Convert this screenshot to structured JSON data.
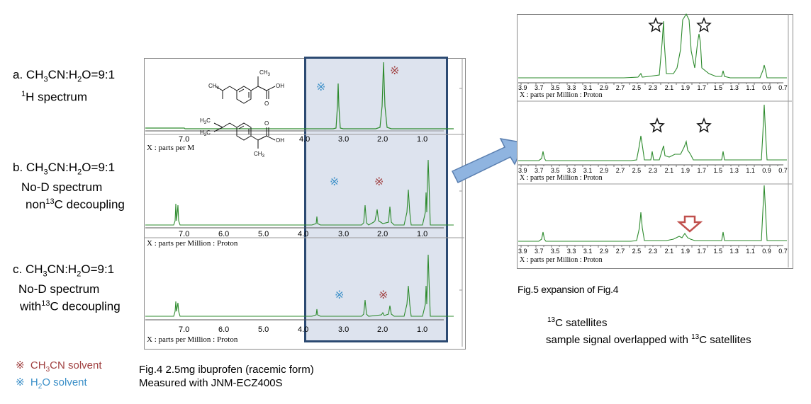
{
  "samples": [
    {
      "letter": "a.",
      "cond_main": "CH",
      "cond_sub1": "3",
      "cond_mid": "CN:H",
      "cond_sub2": "2",
      "cond_end": "O=9:1",
      "l2_sup": "1",
      "l2_text": "H spectrum",
      "l3_pre": "",
      "l3_sup": "",
      "l3_post": ""
    },
    {
      "letter": "b.",
      "cond_main": "CH",
      "cond_sub1": "3",
      "cond_mid": "CN:H",
      "cond_sub2": "2",
      "cond_end": "O=9:1",
      "l2_sup": "",
      "l2_text": "No-D spectrum",
      "l3_pre": "non",
      "l3_sup": "13",
      "l3_post": "C  decoupling"
    },
    {
      "letter": "c.",
      "cond_main": "CH",
      "cond_sub1": "3",
      "cond_mid": "CN:H",
      "cond_sub2": "2",
      "cond_end": "O=9:1",
      "l2_sup": "",
      "l2_text": "No-D spectrum",
      "l3_pre": "with",
      "l3_sup": "13",
      "l3_post": "C decoupling"
    }
  ],
  "fig4": {
    "axis_caption_short": "X : parts per M",
    "axis_caption": "X : parts per Million : Proton",
    "ticks_a": [
      "7.0",
      "4.0",
      "3.0",
      "2.0",
      "1.0"
    ],
    "ticks_bc": [
      "7.0",
      "6.0",
      "5.0",
      "4.0",
      "3.0",
      "2.0",
      "1.0"
    ],
    "caption_line1": "Fig.4  2.5mg ibuprofen (racemic form)",
    "caption_line2": "Measured with JNM-ECZ400S"
  },
  "legend_solvent": {
    "symbol": "※",
    "ch3cn_pre": "CH",
    "ch3cn_sub": "3",
    "ch3cn_post": "CN solvent",
    "h2o_pre": "H",
    "h2o_sub": "2",
    "h2o_post": "O solvent",
    "ch3cn_color": "#a04040",
    "h2o_color": "#3a8fc8"
  },
  "structure": {
    "ch3": "CH",
    "ch3_sub": "3",
    "h3c": "H",
    "h3c_sub": "3",
    "h3c_c": "C",
    "oh": "OH",
    "o": "O"
  },
  "fig5": {
    "axis_caption": "X : parts per Million : Proton",
    "ticks": [
      "3.9",
      "3.7",
      "3.5",
      "3.3",
      "3.1",
      "2.9",
      "2.7",
      "2.5",
      "2.3",
      "2.1",
      "1.9",
      "1.7",
      "1.5",
      "1.3",
      "1.1",
      "0.9",
      "0.7"
    ],
    "caption": "Fig.5  expansion of Fig.4",
    "satellite_label_sup": "13",
    "satellite_label": "C satellites",
    "overlap_label_pre": "sample signal overlapped with ",
    "overlap_label_sup": "13",
    "overlap_label_post": "C satellites"
  },
  "colors": {
    "spectrum": "#2e8b2e",
    "highlight_fill": "#dde3ee",
    "highlight_border": "#2c4a72",
    "arrow": "#8fb4e0",
    "overlap_arrow": "#c0504d"
  }
}
